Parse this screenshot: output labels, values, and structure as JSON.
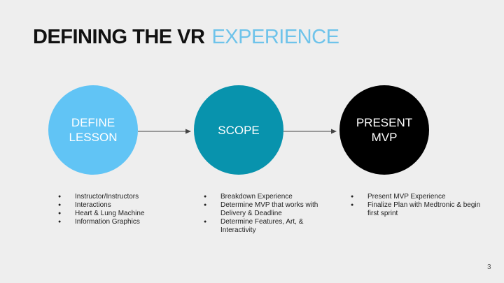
{
  "slide": {
    "title_bold": "DEFINING THE VR",
    "title_light": "EXPERIENCE",
    "page_number": "3"
  },
  "colors": {
    "background": "#eeeeee",
    "title_dark": "#111111",
    "title_accent": "#6ec3ea",
    "circle_define": "#61c4f5",
    "circle_scope": "#0893ad",
    "circle_present": "#000000",
    "arrow": "#444444"
  },
  "steps": [
    {
      "label": "DEFINE\nLESSON",
      "bullets": [
        "Instructor/Instructors",
        "Interactions",
        "Heart & Lung Machine",
        "Information Graphics"
      ]
    },
    {
      "label": "SCOPE",
      "bullets": [
        "Breakdown Experience",
        "Determine MVP that works with Delivery & Deadline",
        "Determine Features, Art, & Interactivity"
      ]
    },
    {
      "label": "PRESENT\nMVP",
      "bullets": [
        "Present MVP Experience",
        "Finalize Plan with Medtronic  & begin first sprint"
      ]
    }
  ]
}
